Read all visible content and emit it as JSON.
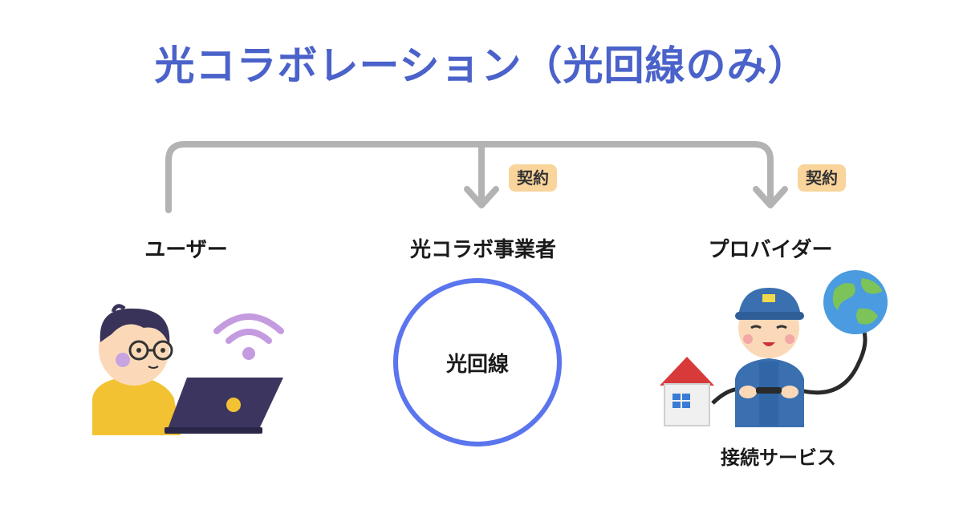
{
  "title": "光コラボレーション（光回線のみ）",
  "contract_badges": [
    "契約",
    "契約"
  ],
  "nodes": {
    "user": {
      "label": "ユーザー"
    },
    "collab": {
      "label": "光コラボ事業者",
      "circle_text": "光回線"
    },
    "provider": {
      "label": "プロバイダー",
      "service": "接続サービス"
    }
  },
  "colors": {
    "title": "#4a62c9",
    "connector": "#b3b3b3",
    "badge": "#f9d49b",
    "circle": "#5b75ee"
  },
  "icons": [
    "user-laptop-illustration",
    "wifi-icon",
    "house-icon",
    "technician-illustration",
    "globe-icon"
  ]
}
